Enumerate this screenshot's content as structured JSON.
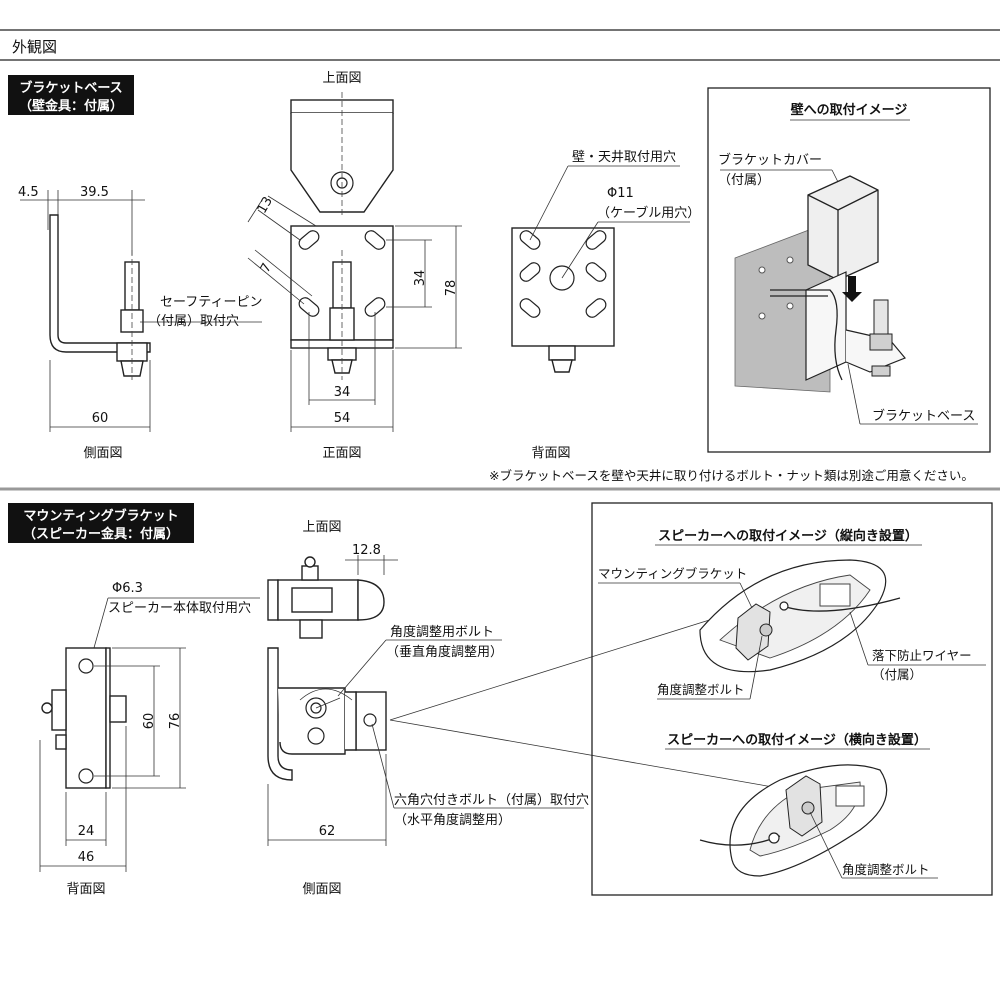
{
  "header": {
    "title": "外観図"
  },
  "bracket_base": {
    "badge_line1": "ブラケットベース",
    "badge_line2": "（壁金具：付属）",
    "dims": {
      "d4_5": "4.5",
      "d39_5": "39.5",
      "d60": "60",
      "d13": "13",
      "d7": "7",
      "d34_v": "34",
      "d78": "78",
      "d34_h": "34",
      "d54": "54"
    },
    "labels": {
      "top_view": "上面図",
      "side_view": "側面図",
      "front_view": "正面図",
      "back_view": "背面図",
      "safety_pin": "セーフティーピン",
      "safety_pin_2": "（付属）取付穴",
      "wall_ceiling_hole": "壁・天井取付用穴",
      "phi11": "Φ11",
      "cable_hole": "（ケーブル用穴）"
    },
    "note": "※ブラケットベースを壁や天井に取り付けるボルト・ナット類は別途ご用意ください。",
    "image_box": {
      "title": "壁への取付イメージ",
      "cover": "ブラケットカバー",
      "cover_2": "（付属）",
      "base": "ブラケットベース"
    }
  },
  "mounting_bracket": {
    "badge_line1": "マウンティングブラケット",
    "badge_line2": "（スピーカー金具：付属）",
    "dims": {
      "d12_8": "12.8",
      "d60": "60",
      "d76": "76",
      "d24": "24",
      "d46": "46",
      "d62": "62"
    },
    "labels": {
      "top_view": "上面図",
      "phi6_3": "Φ6.3",
      "speaker_hole": "スピーカー本体取付用穴",
      "angle_bolt": "角度調整用ボルト",
      "angle_bolt_2": "（垂直角度調整用）",
      "hex_bolt": "六角穴付きボルト（付属）取付穴",
      "hex_bolt_2": "（水平角度調整用）",
      "back_view": "背面図",
      "side_view": "側面図"
    },
    "image_box": {
      "title_vertical": "スピーカーへの取付イメージ（縦向き設置）",
      "mounting_bracket": "マウンティングブラケット",
      "angle_bolt_a": "角度調整ボルト",
      "wire": "落下防止ワイヤー",
      "wire_2": "（付属）",
      "title_horizontal": "スピーカーへの取付イメージ（横向き設置）",
      "angle_bolt_b": "角度調整ボルト"
    }
  }
}
